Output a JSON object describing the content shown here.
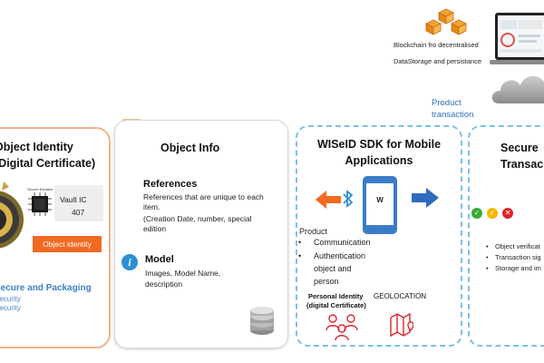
{
  "top_right": {
    "label_line1": "Blockchain fro decentralised",
    "label_line2": "DataStorage and persistance",
    "product_transaction_1": "Product",
    "product_transaction_2": "transaction"
  },
  "card1": {
    "title_line1": "Object Identity",
    "title_line2": "(Digital Certificate)",
    "chip_caption": "Secure Element",
    "vault_line1": "Vault IC",
    "vault_line2": "407",
    "badge": "Object identity",
    "subheading": "Secure and Packaging",
    "line1": "Security",
    "line2": "Security"
  },
  "card2": {
    "title": "Object Info",
    "references_heading": "References",
    "references_text1": "References that are unique to each",
    "references_text2": "item.",
    "references_text3": "(Creation Date, number, special",
    "references_text4": "edition",
    "info_icon_glyph": "i",
    "model_heading": "Model",
    "model_text1": "Images, Model Name,",
    "model_text2": "description"
  },
  "card3": {
    "title_line1": "WISeID SDK for Mobile",
    "title_line2": "Applications",
    "app_logo": "W",
    "product_label": "Product",
    "bullet1": "Communication",
    "bullet2_line1": "Authentication",
    "bullet2_line2": "object and",
    "bullet2_line3": "person",
    "personal_identity": "Personal Identity",
    "digital_certificate": "(digital Certificate)",
    "geolocation": "GEOLOCATION"
  },
  "card4": {
    "title_line1": "Secure",
    "title_line2": "Transac",
    "bullet1": "Object verificat",
    "bullet2": "Transaction sig",
    "bullet3": "Storage and im"
  },
  "colors": {
    "orange_border": "#f0b48c",
    "badge_orange": "#f26a22",
    "blue_dashed": "#7cc0e8",
    "arrow_orange": "#f26a22",
    "arrow_blue": "#2d6bbf",
    "status_green": "#3aaa35",
    "status_yellow": "#f5b800",
    "status_red": "#d9262c"
  },
  "icons": [
    "blocks-icon",
    "laptop-icon",
    "cloud-icon",
    "gem-icon",
    "chip-icon",
    "info-icon",
    "database-icon",
    "bluetooth-icon",
    "phone-icon",
    "people-icon",
    "map-pin-icon",
    "check-icon",
    "warning-icon",
    "cross-icon"
  ]
}
